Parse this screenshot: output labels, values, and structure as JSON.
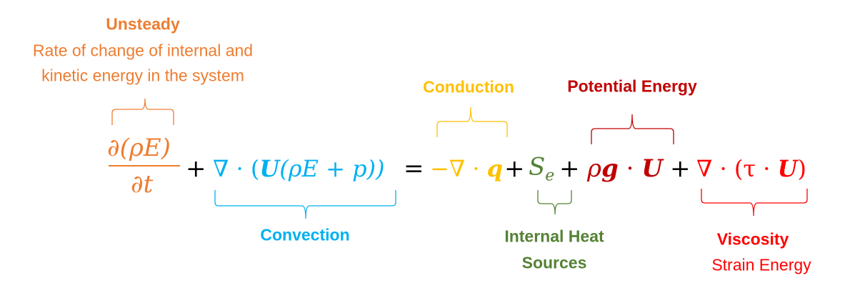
{
  "colors": {
    "unsteady": "#ED7D31",
    "convection": "#00B0F0",
    "conduction": "#FFC000",
    "sources": "#548235",
    "potential": "#C00000",
    "viscosity": "#FF0000"
  },
  "labels": {
    "unsteady_title": "Unsteady",
    "unsteady_line1": "Rate of change of internal and",
    "unsteady_line2": "kinetic energy in the system",
    "conduction": "Conduction",
    "potential": "Potential Energy",
    "convection": "Convection",
    "sources_line1": "Internal Heat",
    "sources_line2": "Sources",
    "viscosity_title": "Viscosity",
    "viscosity_line2": "Strain Energy"
  },
  "equation": {
    "numerator": "∂(ρE)",
    "denominator": "∂t",
    "plus": "+",
    "equals": "=",
    "convection_pre": "∇ · (",
    "convection_U": "U",
    "convection_post": "(ρE + p))",
    "conduction_pre": "−∇ · ",
    "conduction_q": "q",
    "source_S": "S",
    "source_sub": "e",
    "potential_rho": "ρ",
    "potential_g": "g",
    "potential_dot": " · ",
    "potential_U": "U",
    "viscous_pre": "∇ · (τ · ",
    "viscous_U": "U",
    "viscous_post": ")"
  }
}
